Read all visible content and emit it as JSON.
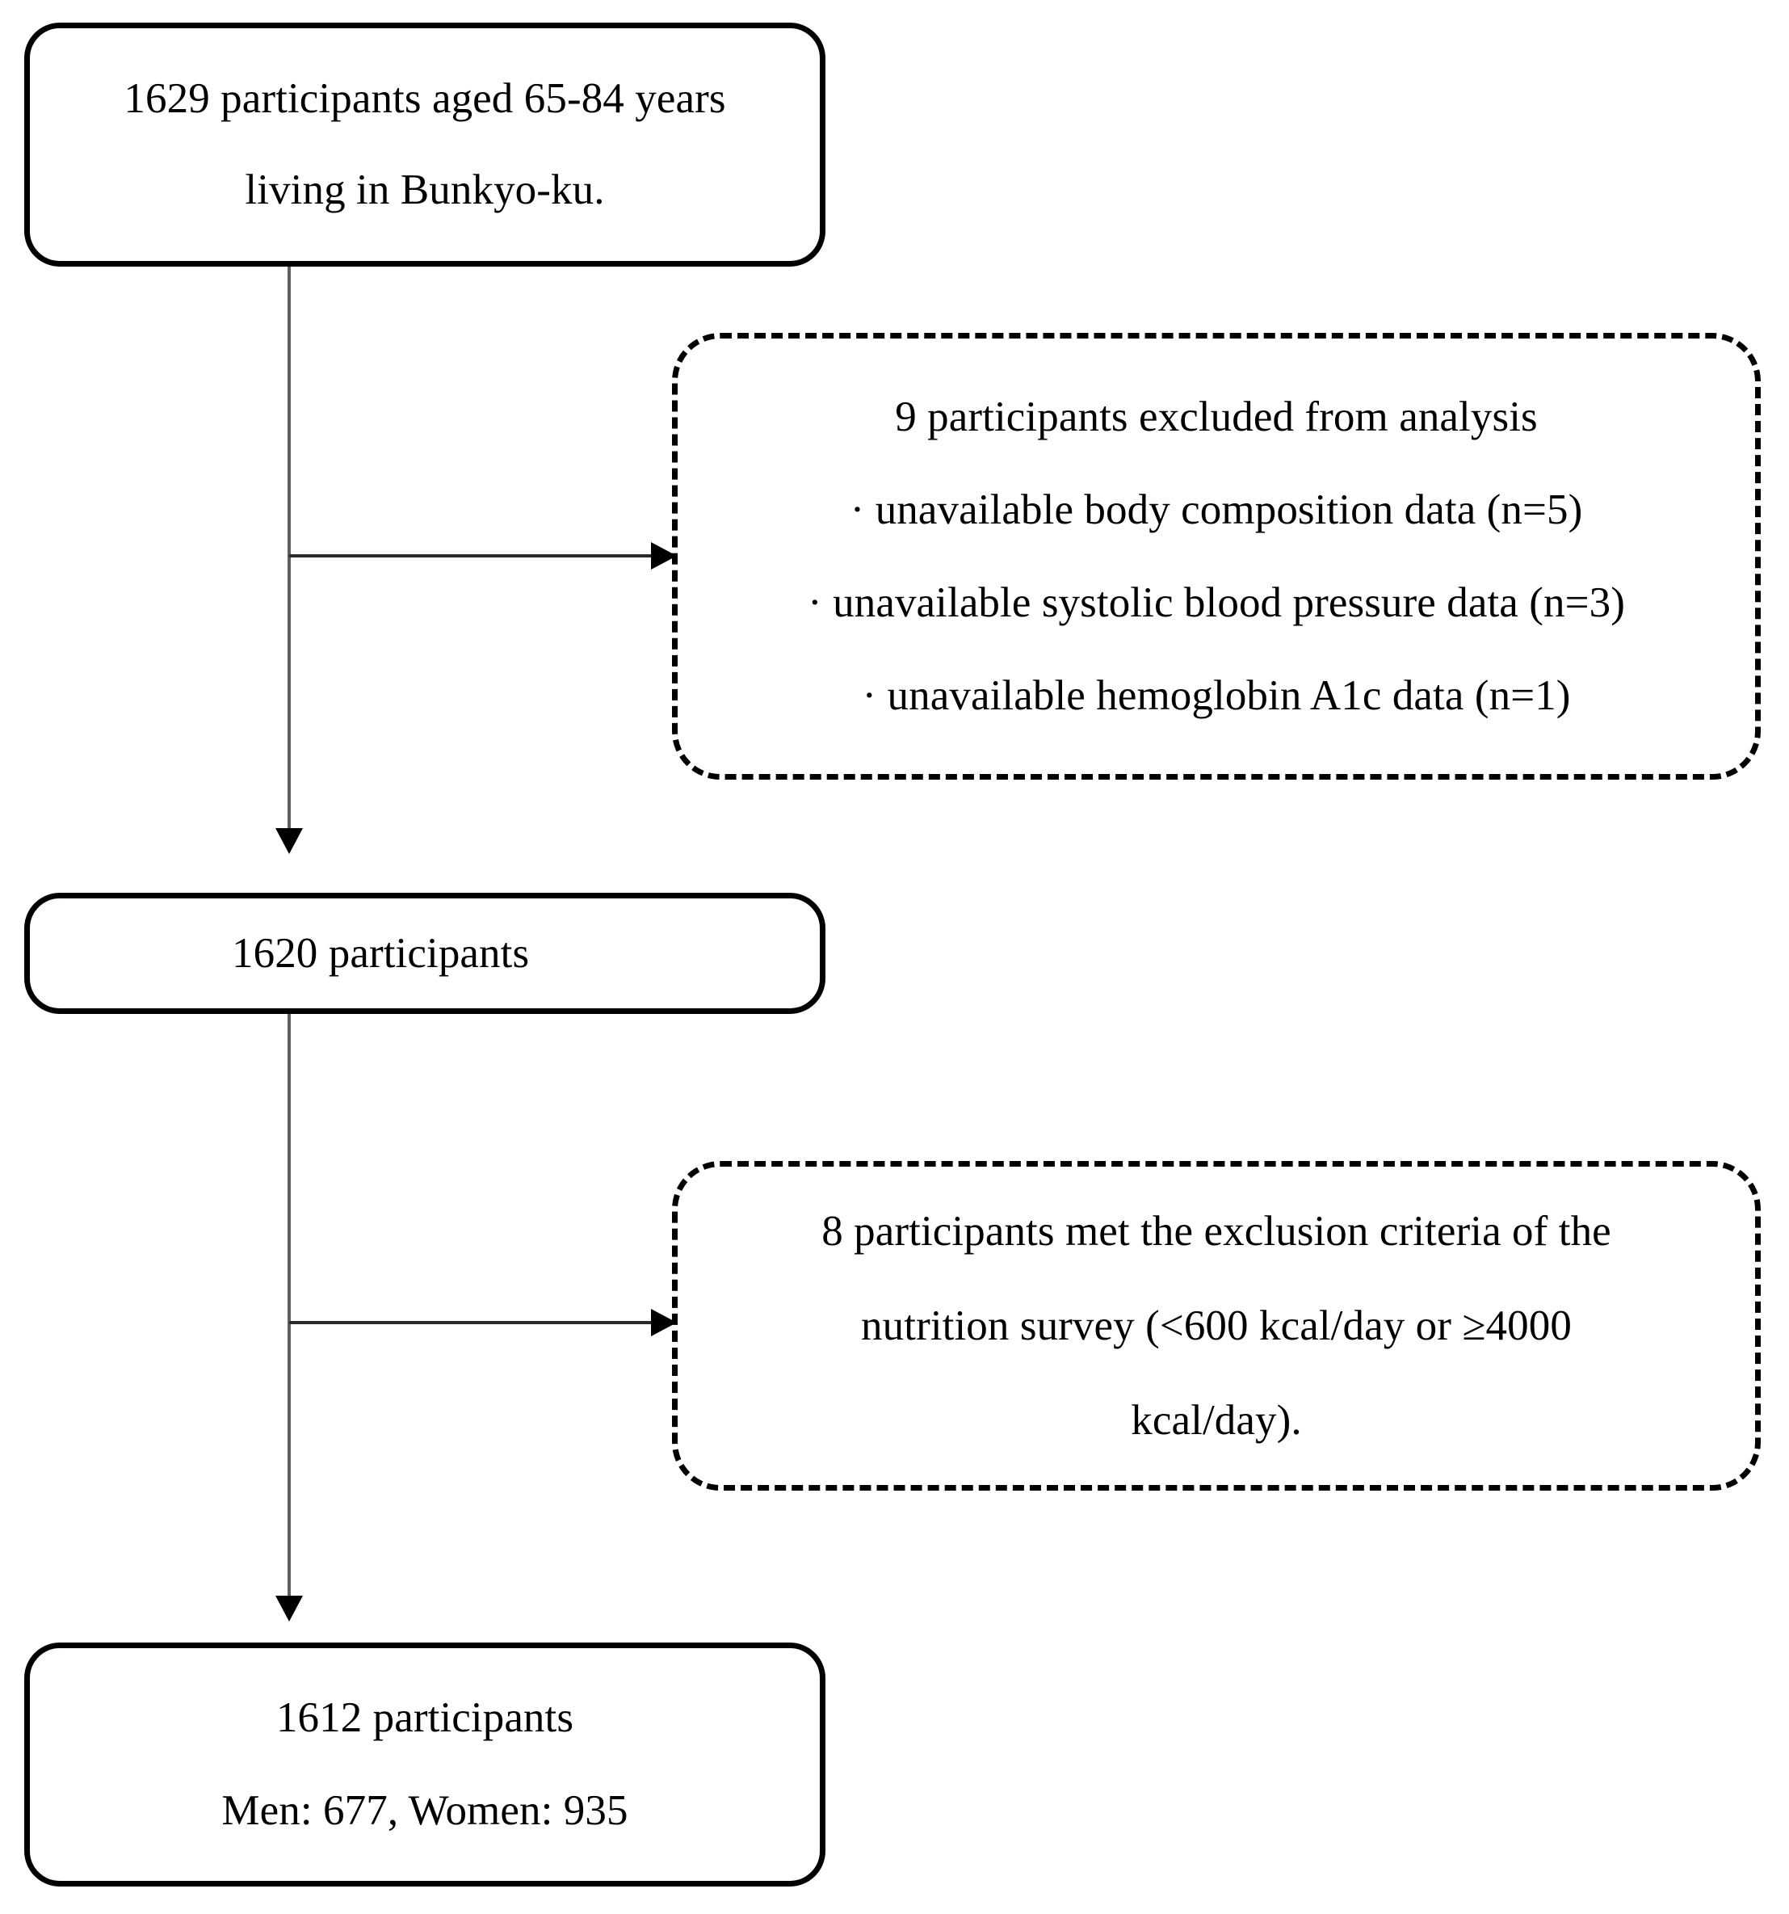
{
  "diagram": {
    "type": "participant-flow-chart",
    "nodes": {
      "enrolled": {
        "style": "solid",
        "lines": [
          "1629 participants aged 65-84 years",
          "living in Bunkyo-ku."
        ]
      },
      "excluded_1": {
        "style": "dashed",
        "lines": [
          "9 participants excluded from analysis",
          "· unavailable body composition data (n=5)",
          "· unavailable systolic blood pressure data (n=3)",
          "· unavailable hemoglobin A1c data (n=1)"
        ]
      },
      "screened": {
        "style": "solid",
        "lines": [
          "1620 participants"
        ]
      },
      "excluded_2": {
        "style": "dashed",
        "lines": [
          "8 participants met the exclusion criteria of the",
          "nutrition survey (<600 kcal/day or ≥4000",
          "kcal/day)."
        ]
      },
      "final": {
        "style": "solid",
        "lines": [
          "1612 participants",
          "Men: 677, Women: 935"
        ]
      }
    },
    "connectors": {
      "enrolled_to_screened": "vertical-arrow-down",
      "enrolled_to_excluded_1": "horizontal-arrow-right",
      "screened_to_final": "vertical-arrow-down",
      "screened_to_excluded_2": "horizontal-arrow-right"
    },
    "colors": {
      "stroke": "#000000",
      "connector": "#5f5f5f",
      "background": "#ffffff"
    }
  }
}
